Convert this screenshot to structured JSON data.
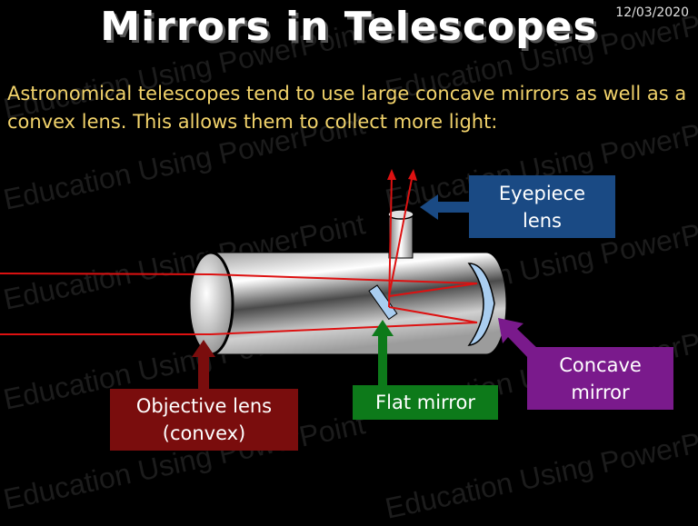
{
  "header": {
    "title": "Mirrors in Telescopes",
    "date": "12/03/2020"
  },
  "intro_text": "Astronomical telescopes tend to use large concave mirrors as well as a convex lens.  This allows them to collect more light:",
  "watermark_text": "Education Using PowerPoint",
  "labels": {
    "eyepiece": [
      "Eyepiece",
      "lens"
    ],
    "concave": [
      "Concave",
      "mirror"
    ],
    "flat": "Flat mirror",
    "objective": [
      "Objective lens",
      "(convex)"
    ]
  },
  "colors": {
    "background": "#000000",
    "intro_text": "#f2d36b",
    "ray": "#dd1111",
    "eyepiece_box": "#1a4a84",
    "concave_box": "#7a1a8c",
    "flat_box": "#0d7a1a",
    "objective_box": "#7a0d0d",
    "mirror_fill": "#a9cdf0"
  }
}
